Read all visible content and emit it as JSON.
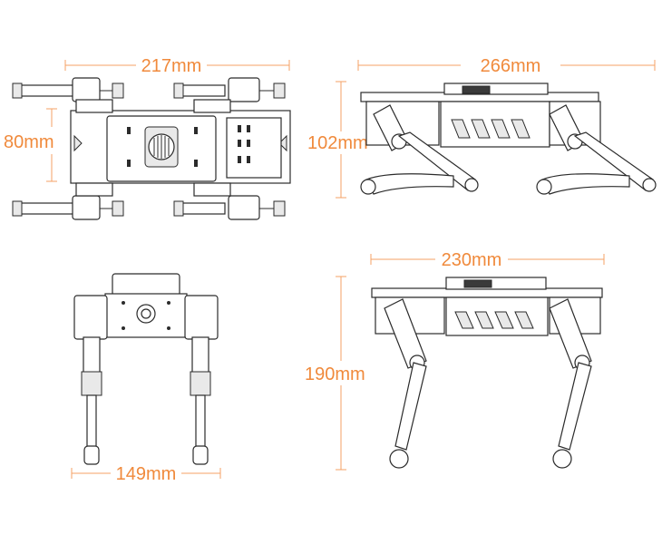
{
  "colors": {
    "dimension_accent": "#f08a3c",
    "dimension_line": "#f4a266",
    "outline": "#2b2b2b",
    "background": "#ffffff"
  },
  "views": {
    "top": {
      "width_label": "217mm",
      "depth_label": "80mm"
    },
    "side": {
      "length_label": "266mm",
      "height_label": "102mm"
    },
    "front": {
      "width_label": "149mm"
    },
    "side_standing": {
      "length_label": "230mm",
      "height_label": "190mm"
    }
  }
}
